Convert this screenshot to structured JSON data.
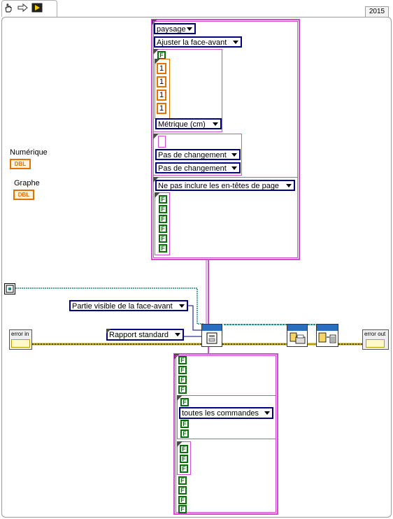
{
  "toolbar": {
    "icons": [
      "hand-pointer-icon",
      "arrow-right-icon",
      "run-icon"
    ],
    "year": "2015"
  },
  "front_panel": {
    "numeric_label": "Numérique",
    "numeric_terminal": "DBL",
    "graph_label": "Graphe",
    "graph_terminal": "DBL"
  },
  "page_setup": {
    "orientation": "paysage",
    "scaling": "Ajuster la face-avant",
    "margins_flag": "F",
    "margins": [
      "1",
      "1",
      "1",
      "1"
    ],
    "units": "Métrique (cm)",
    "option1": "Pas de changement",
    "option2": "Pas de changement",
    "headers": "Ne pas inclure les en-têtes de page",
    "header_flags": [
      "F",
      "F",
      "F",
      "F",
      "F",
      "F"
    ]
  },
  "inputs": {
    "visible_part": "Partie visible de la face-avant",
    "report_type": "Rapport standard",
    "error_in": "error in",
    "error_out": "error out"
  },
  "report_options": {
    "flags_top": [
      "F",
      "F",
      "F",
      "F"
    ],
    "inner_flag_a": [
      "F",
      "F"
    ],
    "controls": "toutes les commandes",
    "inner_flag_b": [
      "F",
      "F",
      "F"
    ],
    "flags_bottom": [
      "F",
      "F",
      "F",
      "F"
    ]
  },
  "colors": {
    "cluster_wire": "#d24bd2",
    "ring_border": "#000080",
    "boolean": "#0a6e0a",
    "numeric": "#e57200",
    "error_wire": "#b8a000",
    "reference_wire": "#1f8a8a"
  }
}
